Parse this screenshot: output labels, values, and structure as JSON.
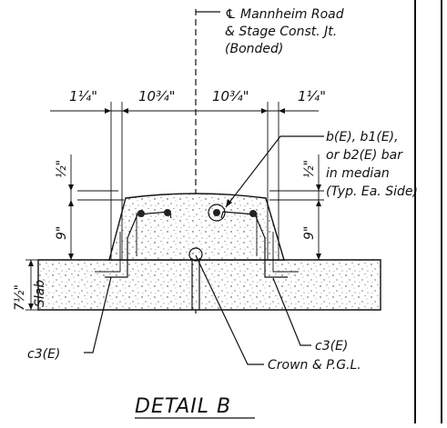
{
  "centerline_note": {
    "symbol": "℄",
    "line1": "Mannheim Road",
    "line2": "& Stage Const. Jt.",
    "line3": "(Bonded)"
  },
  "dimensions": {
    "left_outer": "1¼\"",
    "left_inner": "10¾\"",
    "right_inner": "10¾\"",
    "right_outer": "1¼\"",
    "left_top_half": "½\"",
    "left_nine": "9\"",
    "right_top_half": "½\"",
    "right_nine": "9\"",
    "slab_thickness": "7½\"",
    "slab_label": "Slab"
  },
  "bar_note": {
    "line1": "b(E), b1(E),",
    "line2": "or b2(E) bar",
    "line3": "in median",
    "line4": "(Typ. Ea. Side)"
  },
  "labels": {
    "c3_left": "c3(E)",
    "c3_right": "c3(E)",
    "crown": "Crown & P.G.L."
  },
  "title": "DETAIL B"
}
